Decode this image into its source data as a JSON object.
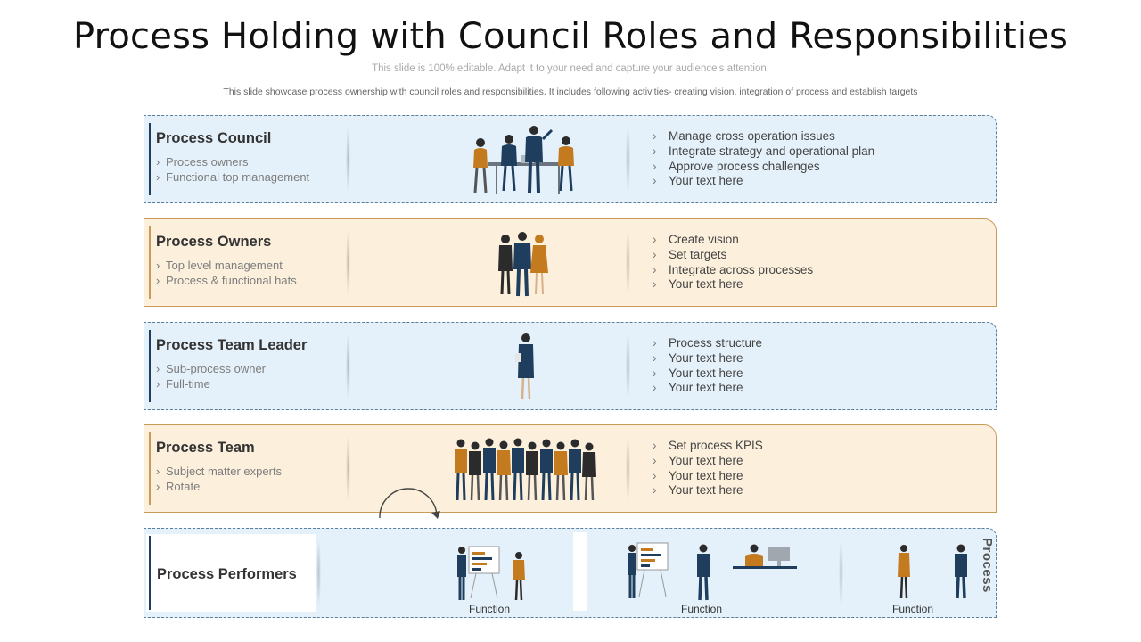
{
  "title": "Process Holding with Council Roles and Responsibilities",
  "subtitle_editable": "This slide is 100% editable. Adapt it to your need and capture your audience's attention.",
  "description": "This slide showcase process ownership with council roles and responsibilities. It includes following activities- creating vision, integration of process and establish targets",
  "chevron": "›",
  "colors": {
    "blue_fill": "#e4f1fa",
    "tan_fill": "#fcf0dd",
    "navy": "#1f3e5e",
    "orange": "#c47a1e"
  },
  "rows": [
    {
      "title": "Process Council",
      "subs": [
        "Process owners",
        "Functional top management"
      ],
      "activities": [
        "Manage cross operation issues",
        "Integrate strategy and operational plan",
        "Approve process challenges",
        "Your text here"
      ],
      "illustration": "meeting-illustration"
    },
    {
      "title": "Process Owners",
      "subs": [
        "Top level management",
        "Process & functional hats"
      ],
      "activities": [
        "Create vision",
        "Set targets",
        "Integrate across processes",
        "Your text here"
      ],
      "illustration": "leaders-group-illustration"
    },
    {
      "title": "Process Team Leader",
      "subs": [
        "Sub-process owner",
        "Full-time"
      ],
      "activities": [
        "Process structure",
        "Your text here",
        "Your text here",
        "Your text here"
      ],
      "illustration": "team-leader-illustration"
    },
    {
      "title": "Process Team",
      "subs": [
        "Subject matter experts",
        "Rotate"
      ],
      "activities": [
        "Set process KPIS",
        "Your text here",
        "Your text here",
        "Your text here"
      ],
      "illustration": "team-group-illustration"
    }
  ],
  "performers": {
    "title": "Process Performers",
    "functions": [
      "Function",
      "Function",
      "Function"
    ],
    "vertical_label": "Process",
    "icons": [
      "cycle-arrows-icon",
      "presentation-board-icon",
      "desk-computer-icon"
    ]
  }
}
